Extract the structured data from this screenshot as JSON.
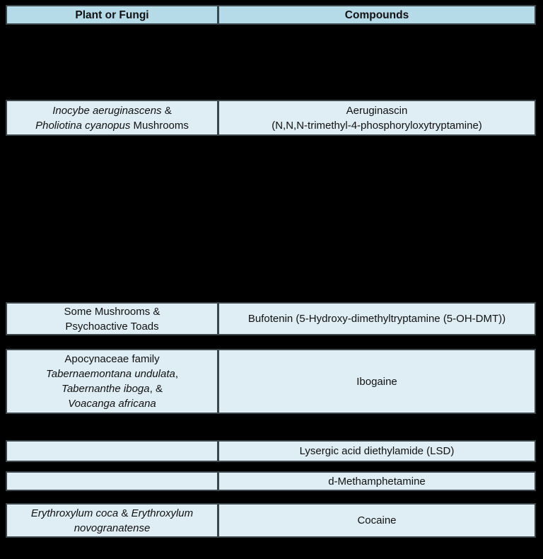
{
  "colors": {
    "page_bg": "#000000",
    "header_bg": "#b6dbe8",
    "row_bg": "#dfeef4",
    "border": "#3d464b",
    "text": "#111111"
  },
  "header": {
    "col1": "Plant or Fungi",
    "col2": "Compounds"
  },
  "rows": [
    {
      "id": "aeruginascin",
      "left": [
        [
          {
            "t": "Inocybe aeruginascens",
            "i": true
          },
          {
            "t": " &",
            "i": false
          }
        ],
        [
          {
            "t": "Pholiotina cyanopus",
            "i": true
          },
          {
            "t": " Mushrooms",
            "i": false
          }
        ]
      ],
      "right": [
        [
          {
            "t": "Aeruginascin",
            "i": false
          }
        ],
        [
          {
            "t": "(N,N,N-trimethyl-4-phosphoryloxytryptamine)",
            "i": false
          }
        ]
      ]
    },
    {
      "id": "bufotenin",
      "left": [
        [
          {
            "t": "Some Mushrooms &",
            "i": false
          }
        ],
        [
          {
            "t": "Psychoactive Toads",
            "i": false
          }
        ]
      ],
      "right": [
        [
          {
            "t": "Bufotenin (5-Hydroxy-dimethyltryptamine (5-OH-DMT))",
            "i": false
          }
        ]
      ]
    },
    {
      "id": "ibogaine",
      "left": [
        [
          {
            "t": "Apocynaceae family",
            "i": false
          }
        ],
        [
          {
            "t": "Tabernaemontana undulata",
            "i": true
          },
          {
            "t": ",",
            "i": false
          }
        ],
        [
          {
            "t": "Tabernanthe iboga",
            "i": true
          },
          {
            "t": ", &",
            "i": false
          }
        ],
        [
          {
            "t": "Voacanga africana",
            "i": true
          }
        ]
      ],
      "right": [
        [
          {
            "t": "Ibogaine",
            "i": false
          }
        ]
      ]
    },
    {
      "id": "lsd",
      "left": [],
      "right": [
        [
          {
            "t": "Lysergic acid diethylamide (LSD)",
            "i": false
          }
        ]
      ]
    },
    {
      "id": "methamphetamine",
      "left": [],
      "right": [
        [
          {
            "t": "d-Methamphetamine",
            "i": false
          }
        ]
      ]
    },
    {
      "id": "cocaine",
      "left": [
        [
          {
            "t": "Erythroxylum coca",
            "i": true
          },
          {
            "t": " & ",
            "i": false
          },
          {
            "t": "Erythroxylum",
            "i": true
          }
        ],
        [
          {
            "t": "novogranatense",
            "i": true
          }
        ]
      ],
      "right": [
        [
          {
            "t": "Cocaine",
            "i": false
          }
        ]
      ]
    }
  ]
}
